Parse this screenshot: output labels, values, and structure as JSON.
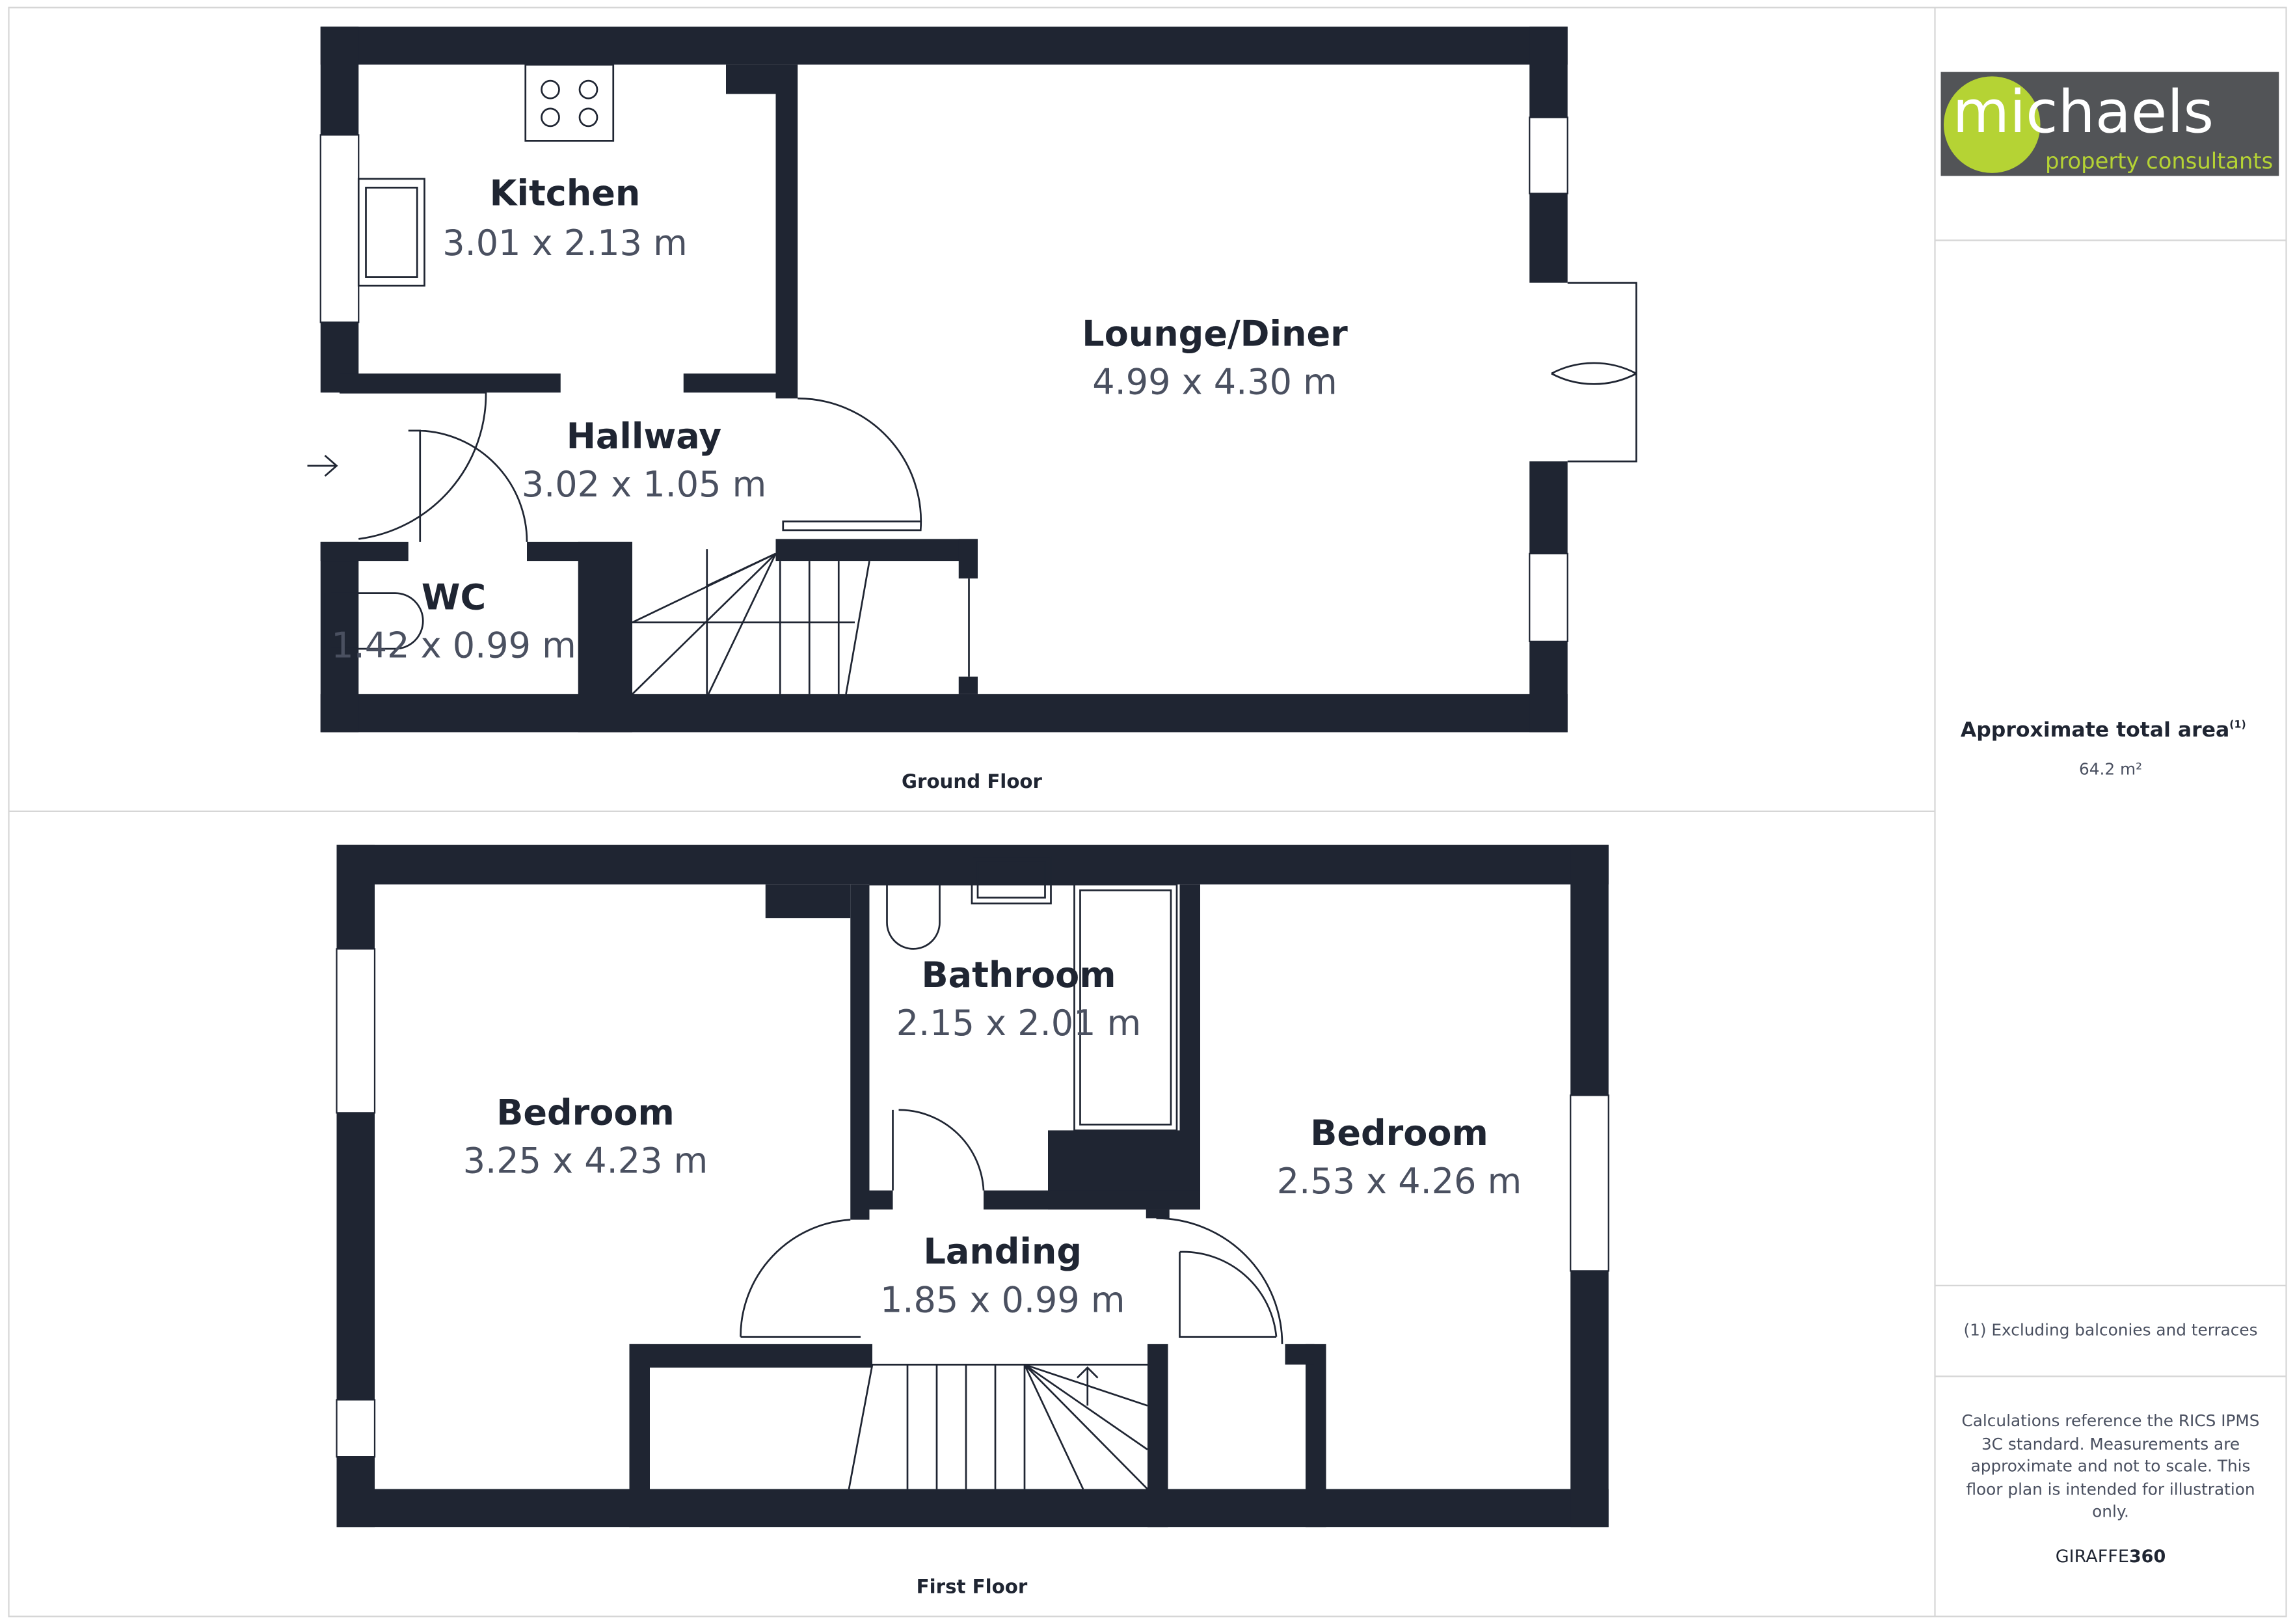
{
  "logo": {
    "name": "michaels",
    "tagline": "property consultants",
    "circle_color": "#b5d334",
    "bg_color": "#525457"
  },
  "ground_floor": {
    "label": "Ground Floor",
    "rooms": [
      {
        "name": "Kitchen",
        "dims": "3.01 x 2.13 m"
      },
      {
        "name": "Lounge/Diner",
        "dims": "4.99 x 4.30 m"
      },
      {
        "name": "Hallway",
        "dims": "3.02 x 1.05 m"
      },
      {
        "name": "WC",
        "dims": "1.42 x 0.99 m"
      }
    ]
  },
  "first_floor": {
    "label": "First Floor",
    "rooms": [
      {
        "name": "Bathroom",
        "dims": "2.15 x 2.01 m"
      },
      {
        "name": "Bedroom",
        "dims": "3.25 x 4.23 m"
      },
      {
        "name": "Bedroom",
        "dims": "2.53 x 4.26 m"
      },
      {
        "name": "Landing",
        "dims": "1.85 x 0.99 m"
      }
    ]
  },
  "summary": {
    "area_label": "Approximate total area",
    "area_note_ref": "(1)",
    "area_value": "64.2 m²",
    "footnote": "(1) Excluding balconies and terraces",
    "disclaimer_lines": [
      "Calculations reference the RICS IPMS",
      "3C standard. Measurements are",
      "approximate and not to scale. This",
      "floor plan is intended for illustration",
      "only."
    ],
    "brand_light": "GIRAFFE",
    "brand_bold": "360"
  },
  "colors": {
    "wall": "#1f2532",
    "text": "#4a5060"
  }
}
